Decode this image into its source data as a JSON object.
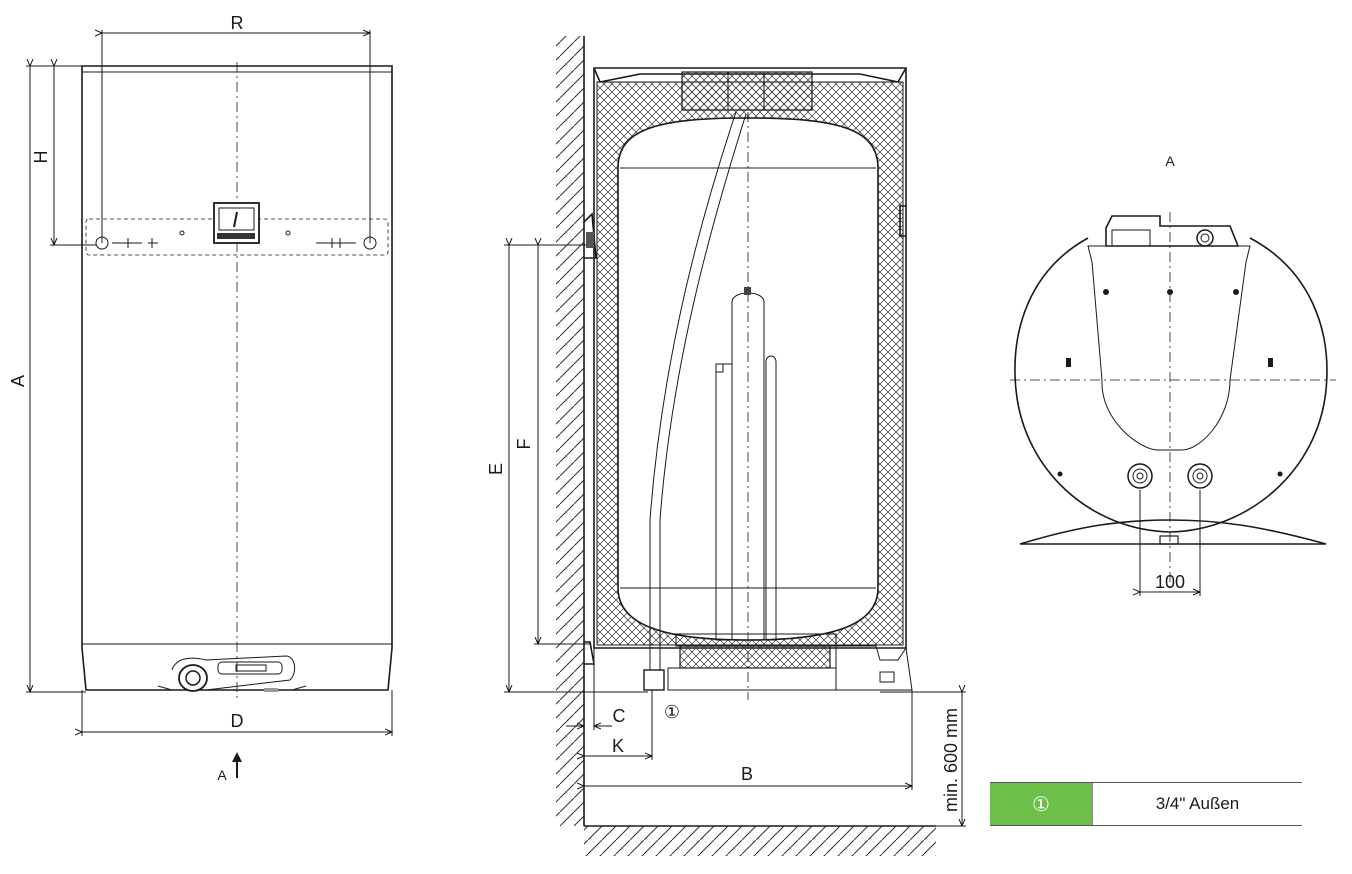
{
  "front_view": {
    "dim_R": "R",
    "dim_H": "H",
    "dim_A": "A",
    "dim_D": "D",
    "view_arrow_label": "A"
  },
  "side_view": {
    "dim_E": "E",
    "dim_F": "F",
    "dim_C": "C",
    "dim_K": "K",
    "dim_B": "B",
    "clearance": "min. 600 mm",
    "connection_marker": "①"
  },
  "bottom_view": {
    "title": "A",
    "spacing": "100"
  },
  "legend": {
    "symbol": "①",
    "text": "3/4\" Außen",
    "symbol_color": "#6cc04a"
  }
}
